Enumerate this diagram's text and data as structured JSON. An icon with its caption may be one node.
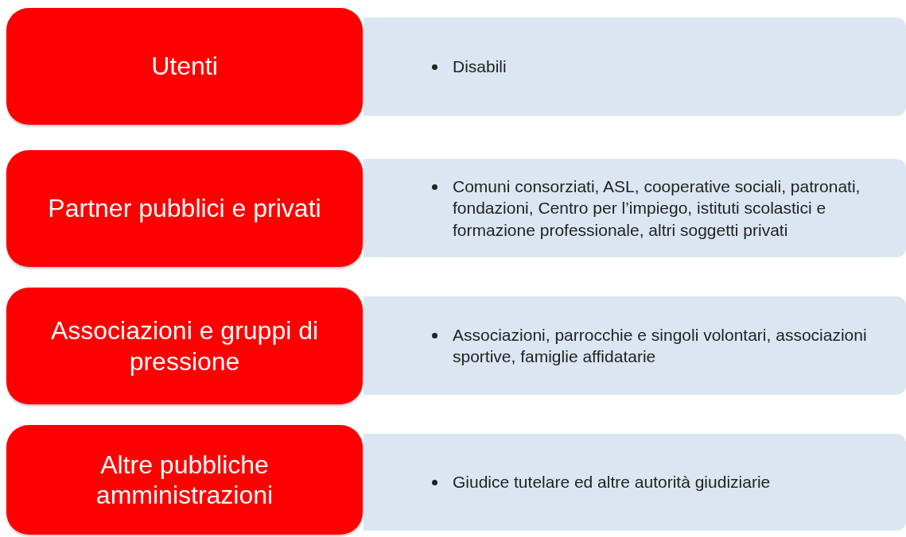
{
  "diagram": {
    "nodes": [
      {
        "text": [
          "Utenti"
        ]
      },
      {
        "text": [
          "Disabili"
        ]
      },
      {
        "text": [
          "Partner pubblici e privati"
        ]
      },
      {
        "text": [
          "Comuni consorziati, ASL, cooperative sociali, patronati, fondazioni, Centro per l’impiego, istituti scolastici e formazione professionale, altri soggetti privati"
        ]
      },
      {
        "text": [
          "Associazioni e gruppi di pressione"
        ]
      },
      {
        "text": [
          "Associazioni, parrocchie e singoli volontari, associazioni sportive, famiglie affidatarie"
        ]
      },
      {
        "text": [
          "Altre pubbliche amministrazioni"
        ]
      },
      {
        "text": [
          "Giudice tutelare ed altre autorità giudiziarie"
        ]
      }
    ]
  }
}
